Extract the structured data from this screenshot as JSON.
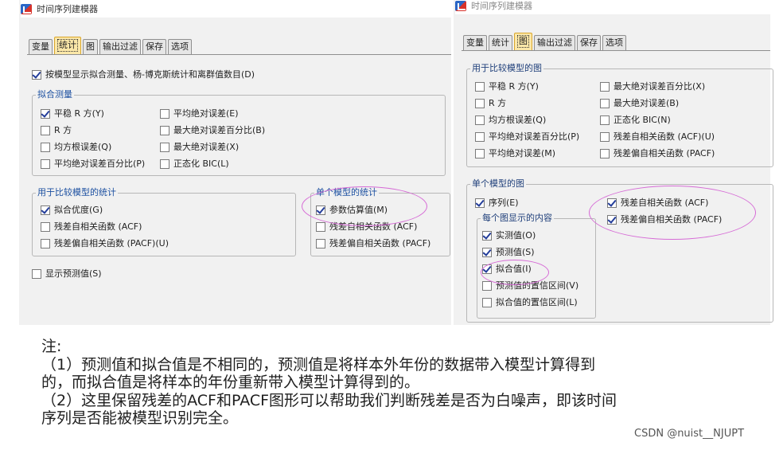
{
  "left": {
    "title": "时间序列建模器",
    "tabs": [
      "变量",
      "统计",
      "图",
      "输出过滤",
      "保存",
      "选项"
    ],
    "top_option": "按模型显示拟合测量、杨-博克斯统计和离群值数目(D)",
    "fit_group_title": "拟合测量",
    "fit_items": [
      "平稳 R 方(Y)",
      "平均绝对误差(E)",
      "R 方",
      "最大绝对误差百分比(B)",
      "均方根误差(Q)",
      "最大绝对误差(X)",
      "平均绝对误差百分比(P)",
      "正态化 BIC(L)"
    ],
    "compare_group_title": "用于比较模型的统计",
    "compare_items": [
      "拟合优度(G)",
      "残差自相关函数 (ACF)",
      "残差偏自相关函数 (PACF)(U)"
    ],
    "single_group_title": "单个模型的统计",
    "single_items": [
      "参数估算值(M)",
      "残差自相关函数 (ACF)",
      "残差偏自相关函数 (PACF)"
    ],
    "forecast_label": "显示预测值(S)"
  },
  "right": {
    "title": "时间序列建模器",
    "tabs": [
      "变量",
      "统计",
      "图",
      "输出过滤",
      "保存",
      "选项"
    ],
    "compare_group_title": "用于比较模型的图",
    "compare_items": [
      "平稳 R 方(Y)",
      "最大绝对误差百分比(X)",
      "R 方",
      "最大绝对误差(B)",
      "均方根误差(Q)",
      "正态化 BIC(N)",
      "平均绝对误差百分比(P)",
      "残差自相关函数 (ACF)(U)",
      "平均绝对误差(M)",
      "残差偏自相关函数 (PACF)"
    ],
    "single_group_title": "单个模型的图",
    "series_label": "序列(E)",
    "each_plot_title": "每个图显示的内容",
    "each_items": [
      "实测值(O)",
      "预测值(S)",
      "拟合值(I)",
      "预测值的置信区间(V)",
      "拟合值的置信区间(L)"
    ],
    "residual_items": [
      "残差自相关函数 (ACF)",
      "残差偏自相关函数 (PACF)"
    ]
  },
  "notes": {
    "heading": "注:",
    "line1": "（1）预测值和拟合值是不相同的，预测值是将样本外年份的数据带入模型计算得到",
    "line2": "的，而拟合值是将样本的年份重新带入模型计算得到的。",
    "line3": "（2）这里保留残差的ACF和PACF图形可以帮助我们判断残差是否为白噪声，即该时间",
    "line4": "序列是否能被模型识别完全。"
  },
  "watermark": "CSDN @nuist__NJUPT",
  "colors": {
    "group_title": "#1b4fa0",
    "active_tab": "#fbe7a8",
    "highlight": "#d66bd6"
  }
}
